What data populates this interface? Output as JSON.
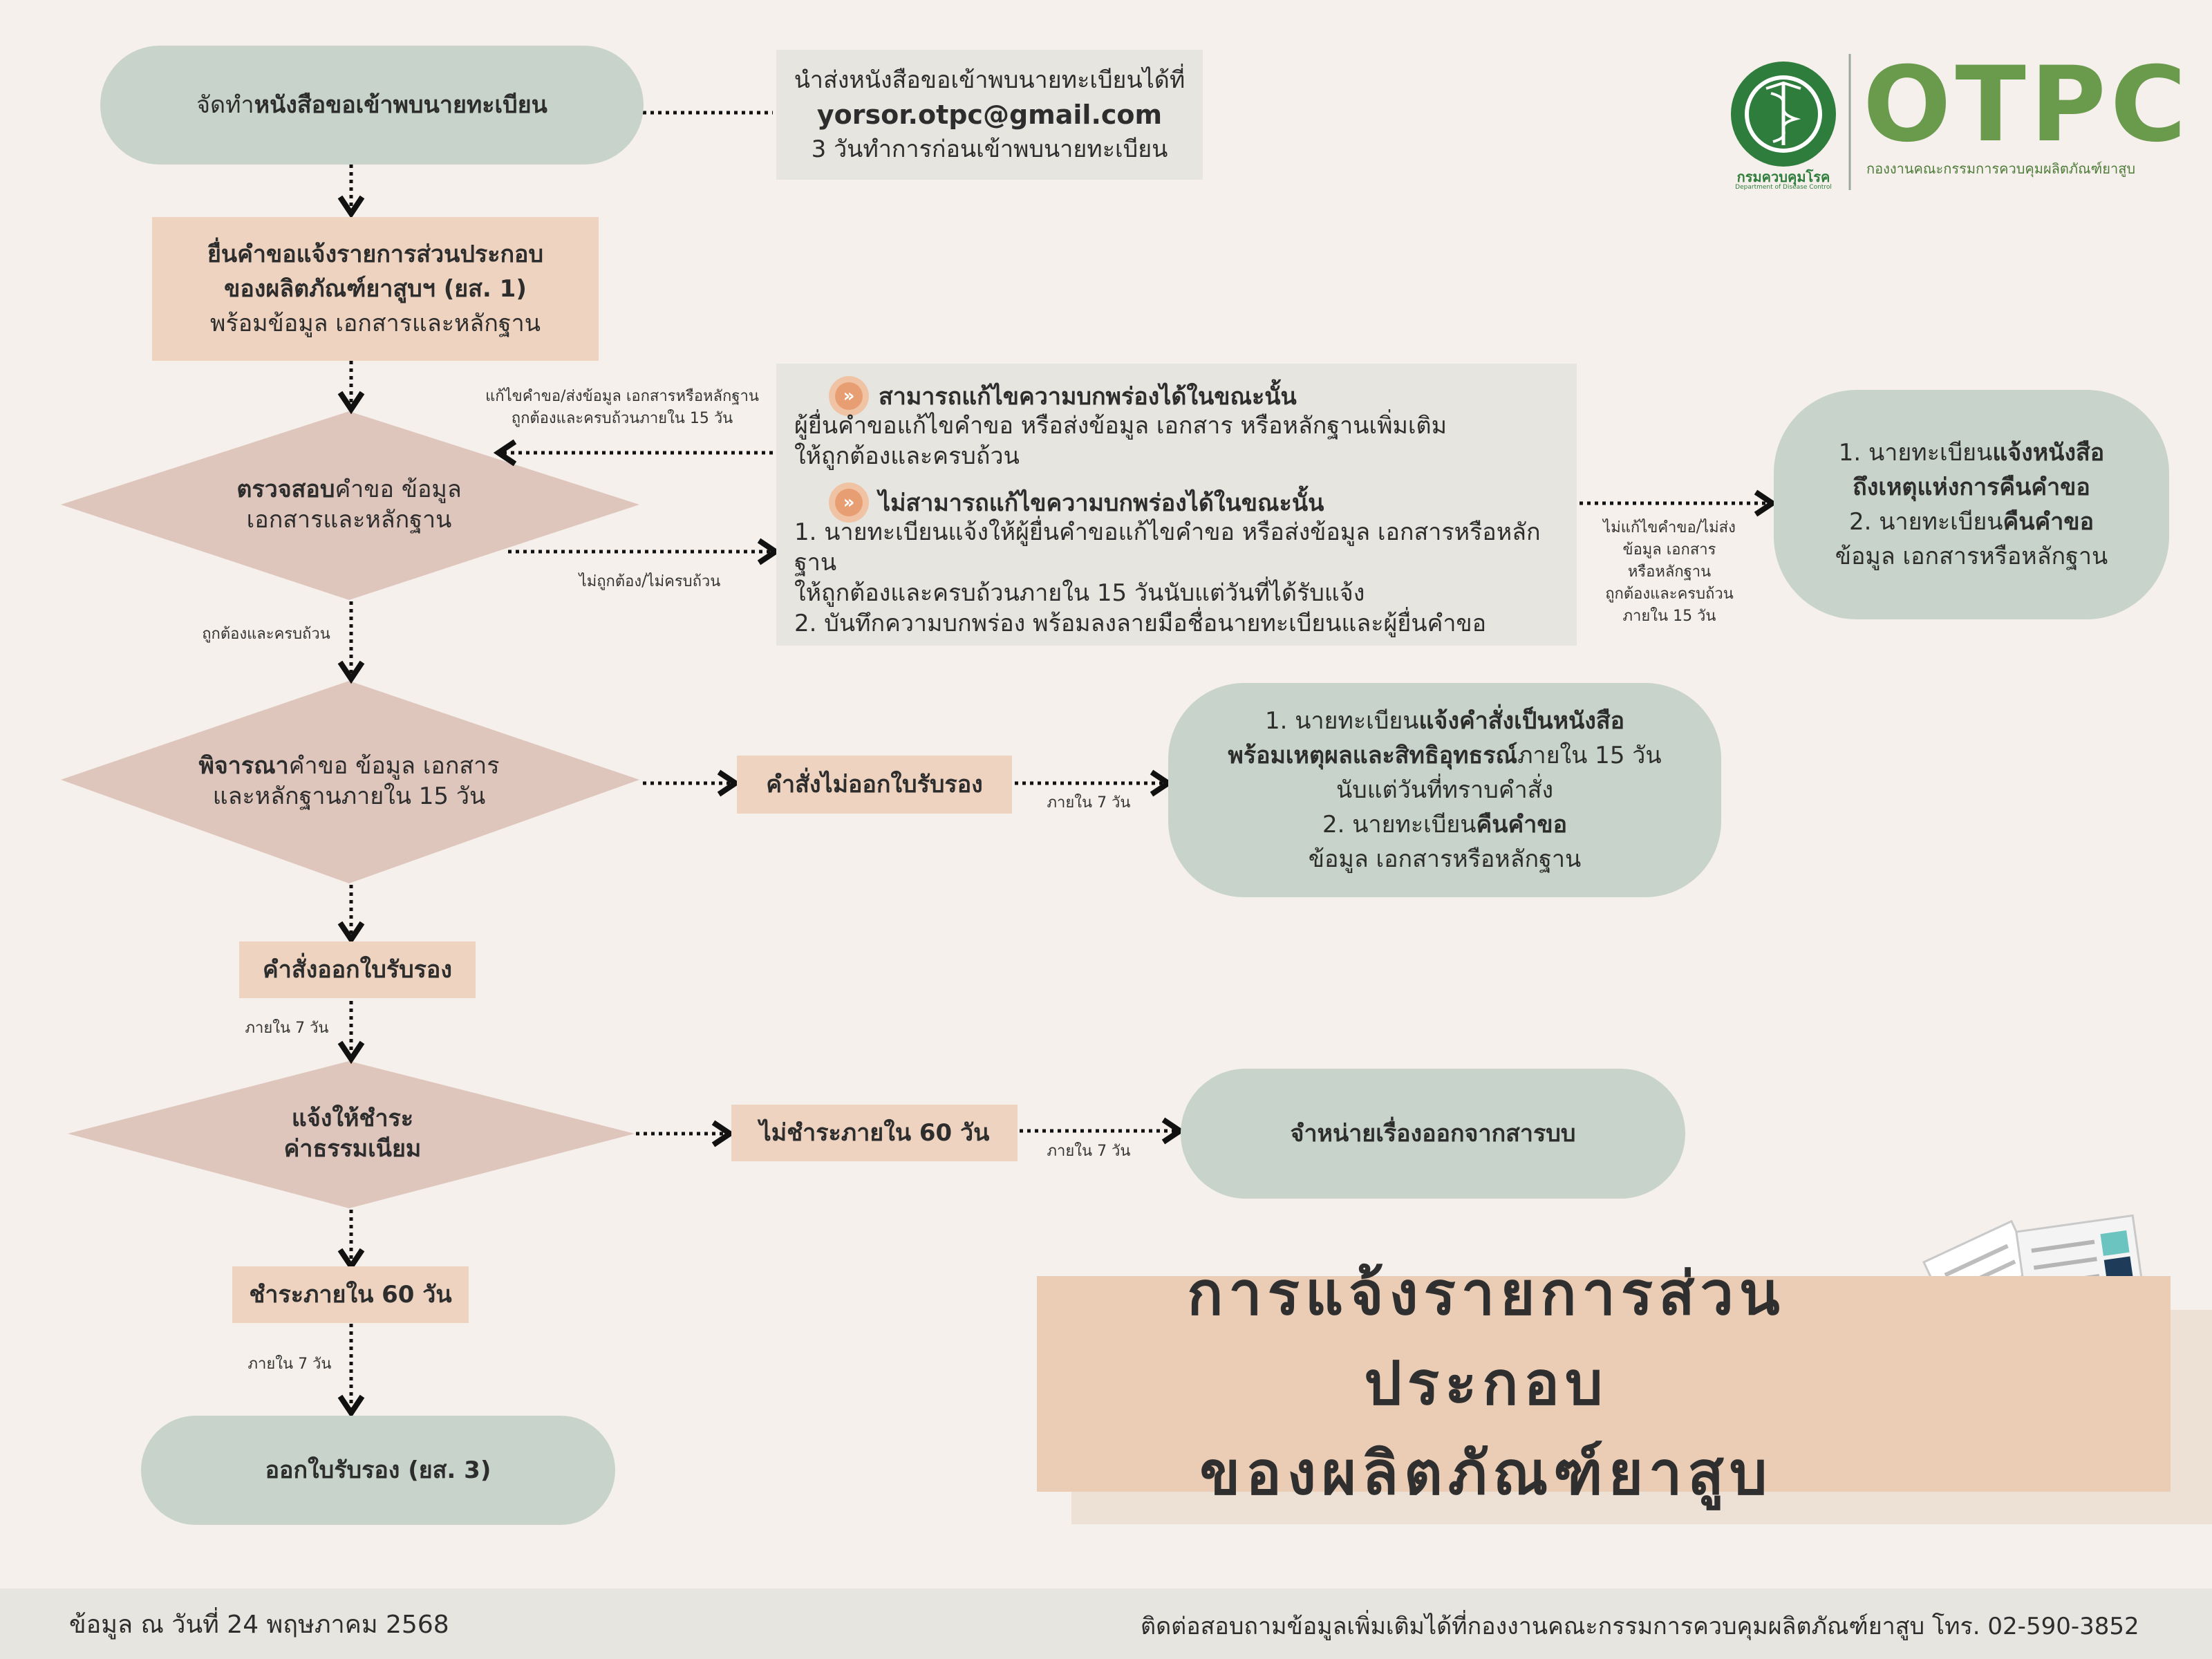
{
  "flow": {
    "prepare": {
      "pre": "จัดทำ",
      "bold": "หนังสือขอเข้าพบนายทะเบียน"
    },
    "send_note": {
      "line1": "นำส่งหนังสือขอเข้าพบนายทะเบียนได้ที่",
      "email": "yorsor.otpc@gmail.com",
      "line3": "3 วันทำการก่อนเข้าพบนายทะเบียน"
    },
    "submit": {
      "line1": "ยื่นคำขอแจ้งรายการส่วนประกอบ",
      "line2": "ของผลิตภัณฑ์ยาสูบฯ (ยส. 1)",
      "line3": "พร้อมข้อมูล เอกสารและหลักฐาน"
    },
    "check": {
      "bold": "ตรวจสอบ",
      "rest1": "คำขอ ข้อมูล",
      "line2": "เอกสารและหลักฐาน"
    },
    "fix_note": {
      "line1": "แก้ไขคำขอ/ส่งข้อมูล เอกสารหรือหลักฐาน",
      "line2": "ถูกต้องและครบถ้วนภายใน 15 วัน"
    },
    "incorrect_label": "ไม่ถูกต้อง/ไม่ครบถ้วน",
    "correct_label": "ถูกต้องและครบถ้วน",
    "can_fix": {
      "title": "สามารถแก้ไขความบกพร่องได้ในขณะนั้น",
      "line1": "ผู้ยื่นคำขอแก้ไขคำขอ หรือส่งข้อมูล เอกสาร หรือหลักฐานเพิ่มเติม",
      "line2": "ให้ถูกต้องและครบถ้วน"
    },
    "cannot_fix": {
      "title": "ไม่สามารถแก้ไขความบกพร่องได้ในขณะนั้น",
      "line1": "1. นายทะเบียนแจ้งให้ผู้ยื่นคำขอแก้ไขคำขอ หรือส่งข้อมูล เอกสารหรือหลักฐาน",
      "line2": "ให้ถูกต้องและครบถ้วนภายใน 15 วันนับแต่วันที่ได้รับแจ้ง",
      "line3": "2. บันทึกความบกพร่อง พร้อมลงลายมือชื่อนายทะเบียนและผู้ยื่นคำขอ"
    },
    "not_fixed_note": {
      "l1": "ไม่แก้ไขคำขอ/ไม่ส่ง",
      "l2": "ข้อมูล เอกสาร",
      "l3": "หรือหลักฐาน",
      "l4": "ถูกต้องและครบถ้วน",
      "l5": "ภายใน 15 วัน"
    },
    "return_box": {
      "l1a": "1. นายทะเบียน",
      "l1b": "แจ้งหนังสือ",
      "l2": "ถึงเหตุแห่งการคืนคำขอ",
      "l3a": "2. นายทะเบียน",
      "l3b": "คืนคำขอ",
      "l4": "ข้อมูล เอกสารหรือหลักฐาน"
    },
    "consider": {
      "bold": "พิจารณา",
      "rest1": "คำขอ ข้อมูล เอกสาร",
      "line2": "และหลักฐานภายใน 15 วัน"
    },
    "reject_order": "คำสั่งไม่ออกใบรับรอง",
    "within_7_a": "ภายใน 7 วัน",
    "reject_box": {
      "l1a": "1. นายทะเบียน",
      "l1b": "แจ้งคำสั่งเป็นหนังสือ",
      "l2a": "พร้อมเหตุผลและสิทธิอุทธรณ์",
      "l2b": "ภายใน 15 วัน",
      "l3": "นับแต่วันที่ทราบคำสั่ง",
      "l4a": "2. นายทะเบียน",
      "l4b": "คืนคำขอ",
      "l5": "ข้อมูล เอกสารหรือหลักฐาน"
    },
    "issue_order": "คำสั่งออกใบรับรอง",
    "within_7_b": "ภายใน 7 วัน",
    "pay_notice": {
      "l1": "แจ้งให้ชำระ",
      "l2": "ค่าธรรมเนียม"
    },
    "not_paid": "ไม่ชำระภายใน 60 วัน",
    "within_7_c": "ภายใน 7 วัน",
    "dispose": "จำหน่ายเรื่องออกจากสารบบ",
    "paid": "ชำระภายใน 60 วัน",
    "within_7_d": "ภายใน 7 วัน",
    "issue_cert": "ออกใบรับรอง (ยส. 3)"
  },
  "title": {
    "line1": "การแจ้งรายการส่วนประกอบ",
    "line2": "ของผลิตภัณฑ์ยาสูบ"
  },
  "logo": {
    "dept": "กรมควบคุมโรค",
    "dept_en": "Department of Disease Control",
    "brand": "OTPC",
    "brand_sub": "กองงานคณะกรรมการควบคุมผลิตภัณฑ์ยาสูบ"
  },
  "footer": {
    "date": "ข้อมูล ณ วันที่ 24 พฤษภาคม 2568",
    "contact": "ติดต่อสอบถามข้อมูลเพิ่มเติมได้ที่กองงานคณะกรรมการควบคุมผลิตภัณฑ์ยาสูบ โทร. 02-590-3852"
  },
  "colors": {
    "bg": "#f5f0eb",
    "pill": "#c8d4cb",
    "peach": "#eed4c0",
    "diamond": "#dfc6bd",
    "grey": "#e6e5e0",
    "green": "#2e7d3c"
  }
}
